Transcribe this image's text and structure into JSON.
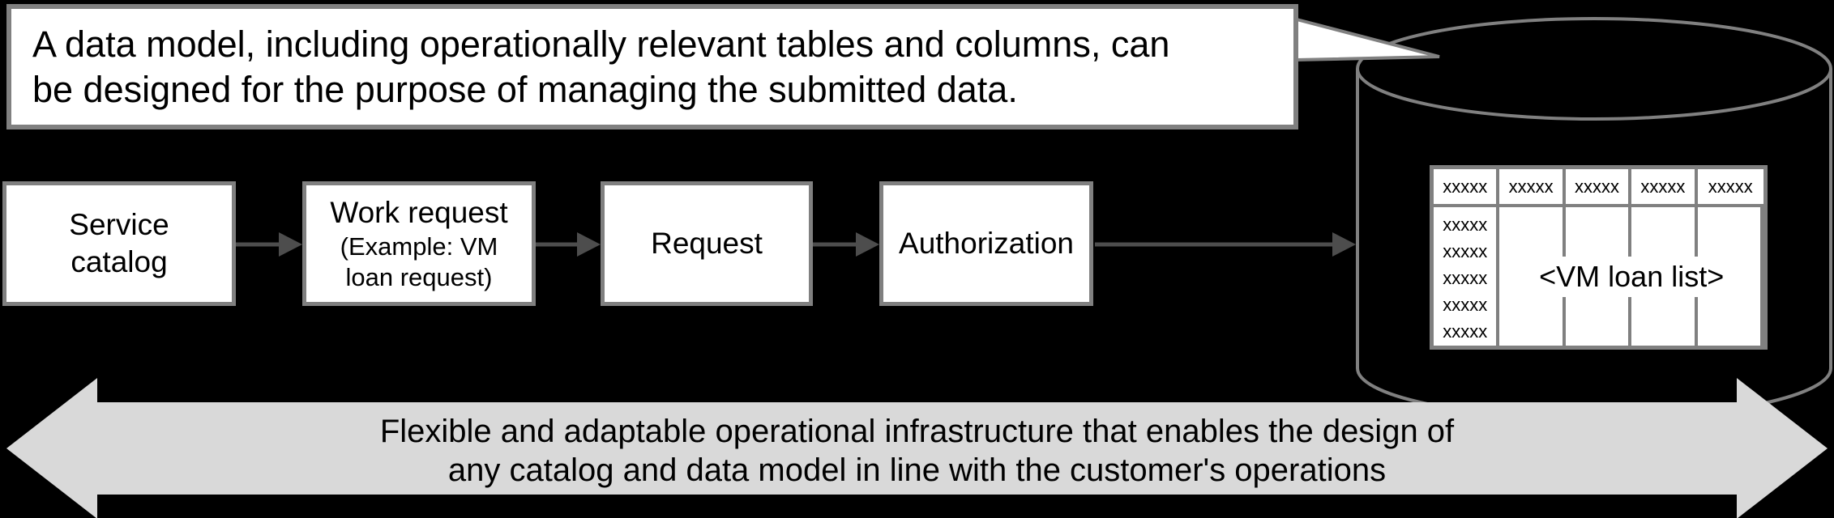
{
  "colors": {
    "background": "#000000",
    "border_gray": "#808080",
    "connector_gray": "#4d4d4d",
    "banner_fill": "#d9d9d9",
    "surface": "#ffffff",
    "text": "#000000"
  },
  "callout": {
    "line1": "A data model, including operationally relevant tables and columns, can",
    "line2": "be designed for the purpose of managing the submitted data."
  },
  "flow": {
    "box1": {
      "line1": "Service",
      "line2": "catalog"
    },
    "box2": {
      "line1": "Work request",
      "line2": "(Example: VM",
      "line3": "loan request)"
    },
    "box3": {
      "label": "Request"
    },
    "box4": {
      "label": "Authorization"
    }
  },
  "database": {
    "table": {
      "headers": [
        "xxxxx",
        "xxxxx",
        "xxxxx",
        "xxxxx",
        "xxxxx"
      ],
      "rows_col1": [
        "xxxxx",
        "xxxxx",
        "xxxxx",
        "xxxxx",
        "xxxxx"
      ],
      "body_label": "<VM loan list>"
    }
  },
  "banner": {
    "line1": "Flexible and adaptable operational infrastructure that enables the design of",
    "line2": "any catalog and data model in line with the customer's operations"
  }
}
